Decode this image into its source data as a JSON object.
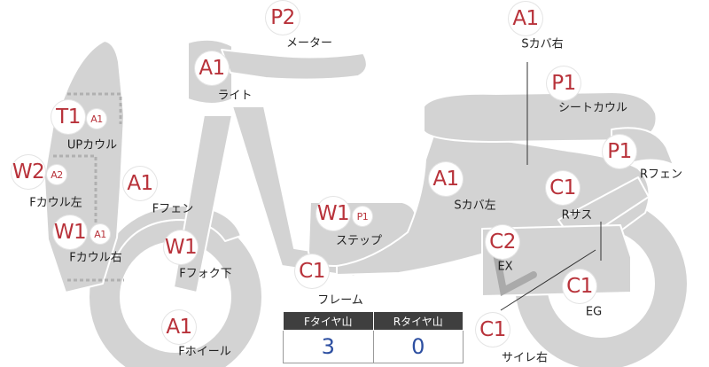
{
  "colors": {
    "body_fill": "#d3d3d3",
    "outline": "#ffffff",
    "grade_text": "#b8323a",
    "leader_line": "#333333",
    "table_header_bg": "#3f3f3f",
    "table_value": "#2d4fa1"
  },
  "parts": {
    "meter": {
      "grade": "P2",
      "label": "メーター"
    },
    "light": {
      "grade": "A1",
      "label": "ライト"
    },
    "s_cover_r": {
      "grade": "A1",
      "label": "Sカバ右"
    },
    "seat_cowl": {
      "grade": "P1",
      "label": "シートカウル"
    },
    "up_cowl": {
      "grade": "T1",
      "sub_grade": "A1",
      "label": "UPカウル"
    },
    "r_fender": {
      "grade": "P1",
      "label": "Rフェン"
    },
    "f_cowl_l": {
      "grade": "W2",
      "sub_grade": "A2",
      "label": "Fカウル左"
    },
    "f_fender": {
      "grade": "A1",
      "label": "Fフェン"
    },
    "s_cover_l": {
      "grade": "A1",
      "label": "Sカバ左"
    },
    "r_sus": {
      "grade": "C1",
      "label": "Rサス"
    },
    "step": {
      "grade": "W1",
      "sub_grade": "P1",
      "label": "ステップ"
    },
    "f_cowl_r": {
      "grade": "W1",
      "sub_grade": "A1",
      "label": "Fカウル右"
    },
    "ex": {
      "grade": "C2",
      "label": "EX"
    },
    "f_fork": {
      "grade": "W1",
      "label": "Fフォク下"
    },
    "frame": {
      "grade": "C1",
      "label": "フレーム"
    },
    "eg": {
      "grade": "C1",
      "label": "EG"
    },
    "f_wheel": {
      "grade": "A1",
      "label": "Fホイール"
    },
    "silencer_r": {
      "grade": "C1",
      "label": "サイレ右"
    }
  },
  "tread_table": {
    "headers": [
      "Fタイヤ山",
      "Rタイヤ山"
    ],
    "values": [
      "3",
      "0"
    ]
  }
}
